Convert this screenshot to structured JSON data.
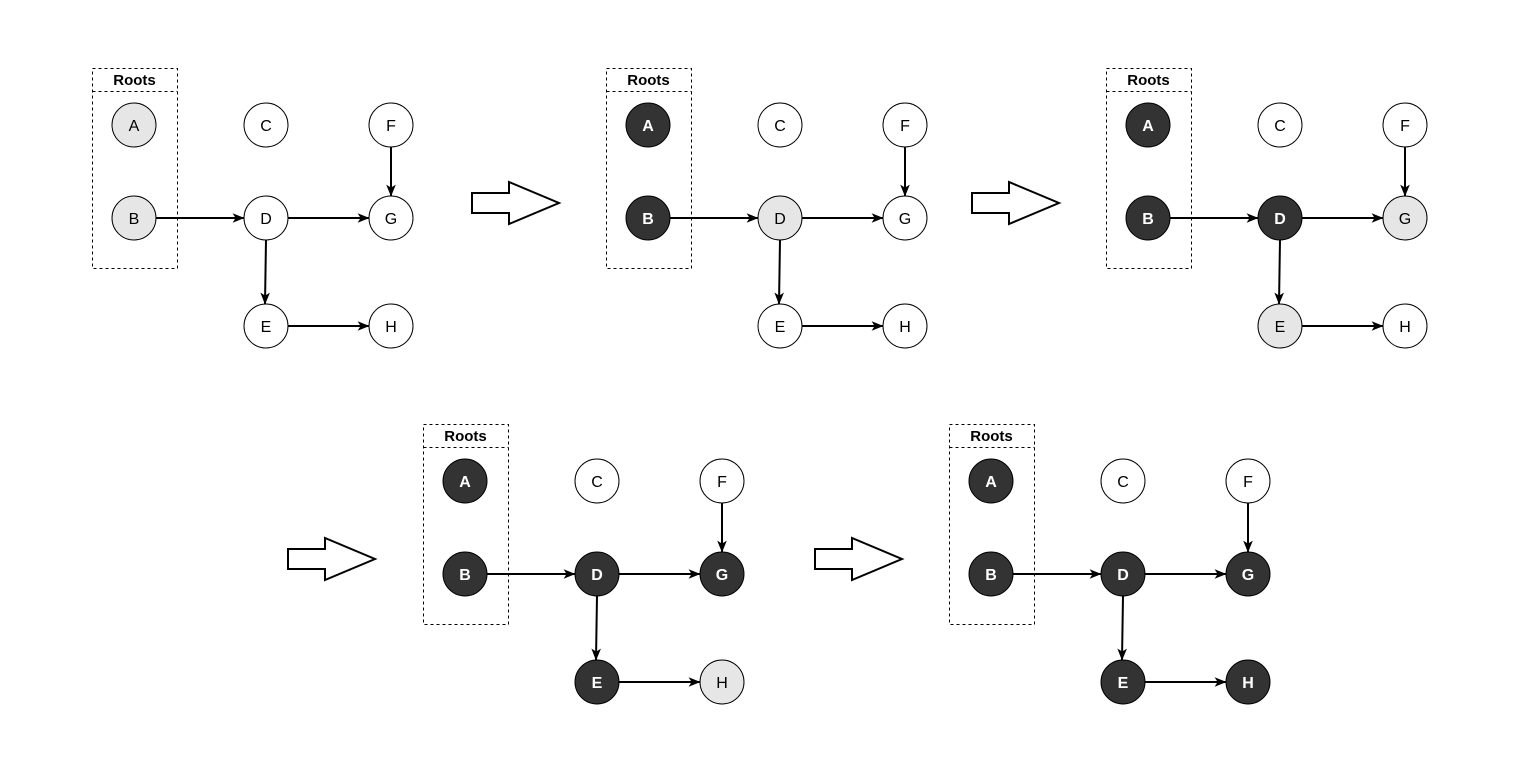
{
  "title": "Mark phase of garbage collection: reachability traversal from roots",
  "colors": {
    "unvisited": "#FFFFFF",
    "frontier": "#E6E6E6",
    "marked": "#333333",
    "stroke": "#000000",
    "label_on_light": "#000000",
    "label_on_dark": "#FFFFFF"
  },
  "roots_label": "Roots",
  "nodes": [
    "A",
    "B",
    "C",
    "D",
    "E",
    "F",
    "G",
    "H"
  ],
  "roots": [
    "A",
    "B"
  ],
  "edges": [
    {
      "from": "B",
      "to": "D"
    },
    {
      "from": "D",
      "to": "G"
    },
    {
      "from": "F",
      "to": "G"
    },
    {
      "from": "D",
      "to": "E"
    },
    {
      "from": "E",
      "to": "H"
    }
  ],
  "steps": [
    {
      "step": 1,
      "states": {
        "A": "frontier",
        "B": "frontier",
        "C": "unvisited",
        "D": "unvisited",
        "E": "unvisited",
        "F": "unvisited",
        "G": "unvisited",
        "H": "unvisited"
      }
    },
    {
      "step": 2,
      "states": {
        "A": "marked",
        "B": "marked",
        "C": "unvisited",
        "D": "frontier",
        "E": "unvisited",
        "F": "unvisited",
        "G": "unvisited",
        "H": "unvisited"
      }
    },
    {
      "step": 3,
      "states": {
        "A": "marked",
        "B": "marked",
        "C": "unvisited",
        "D": "marked",
        "E": "frontier",
        "F": "unvisited",
        "G": "frontier",
        "H": "unvisited"
      }
    },
    {
      "step": 4,
      "states": {
        "A": "marked",
        "B": "marked",
        "C": "unvisited",
        "D": "marked",
        "E": "marked",
        "F": "unvisited",
        "G": "marked",
        "H": "frontier"
      }
    },
    {
      "step": 5,
      "states": {
        "A": "marked",
        "B": "marked",
        "C": "unvisited",
        "D": "marked",
        "E": "marked",
        "F": "unvisited",
        "G": "marked",
        "H": "marked"
      }
    }
  ],
  "transitions": [
    {
      "from_step": 1,
      "to_step": 2
    },
    {
      "from_step": 2,
      "to_step": 3
    },
    {
      "from_step": 3,
      "to_step": 4
    },
    {
      "from_step": 4,
      "to_step": 5
    }
  ]
}
